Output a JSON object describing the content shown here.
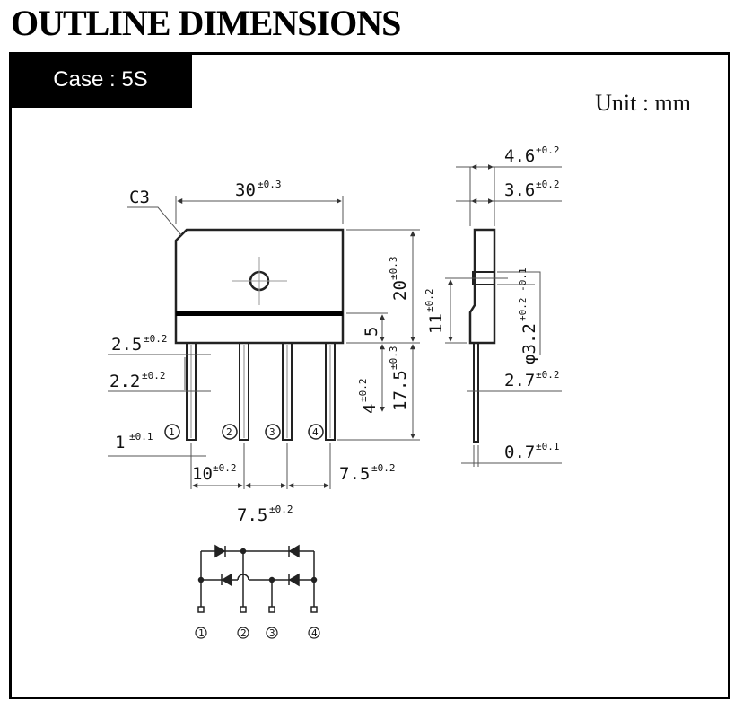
{
  "title": "OUTLINE DIMENSIONS",
  "case_label": "Case : 5S",
  "unit_label": "Unit : mm",
  "front_view": {
    "chamfer": "C3",
    "width": {
      "value": "30",
      "tol": "±0.3"
    },
    "body_height": {
      "value": "20",
      "tol": "±0.3"
    },
    "band": {
      "value": "5"
    },
    "lead_length": {
      "value": "17.5",
      "tol": "±0.3"
    },
    "lead_ext": {
      "value": "4",
      "tol": "±0.2"
    },
    "lead_width_top": {
      "value": "2.5",
      "tol": "±0.2"
    },
    "lead_width": {
      "value": "2.2",
      "tol": "±0.2"
    },
    "lead_tip": {
      "value": "1",
      "tol": "±0.1"
    },
    "pitch_first": {
      "value": "10",
      "tol": "±0.2"
    },
    "pitch_last": {
      "value": "7.5",
      "tol": "±0.2"
    },
    "pitch_mid": {
      "value": "7.5",
      "tol": "±0.2"
    }
  },
  "pins": [
    "1",
    "2",
    "3",
    "4"
  ],
  "side_view": {
    "thickness": {
      "value": "4.6",
      "tol": "±0.2"
    },
    "thickness_inner": {
      "value": "3.6",
      "tol": "±0.2"
    },
    "hole_height": {
      "value": "11",
      "tol": "±0.2"
    },
    "hole_dia": {
      "value": "φ3.2",
      "tol": "+0.2 -0.1"
    },
    "lead_thick": {
      "value": "2.7",
      "tol": "±0.2"
    },
    "lead_pin": {
      "value": "0.7",
      "tol": "±0.1"
    }
  }
}
